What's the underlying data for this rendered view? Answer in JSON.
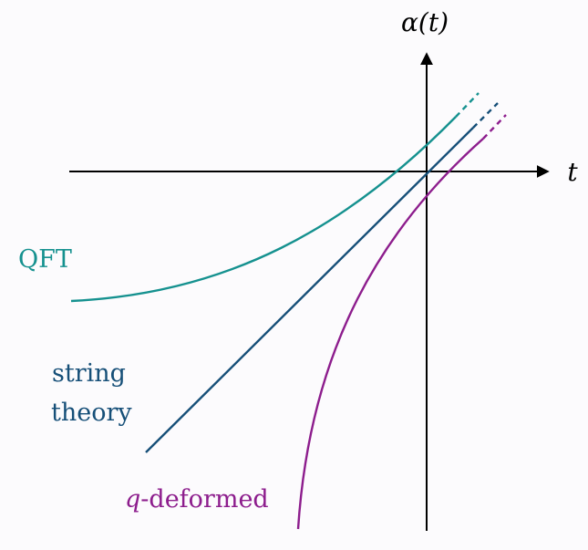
{
  "axes": {
    "x_label": "t",
    "y_label": "α(t)"
  },
  "curves": {
    "qft": {
      "label": "QFT",
      "color": "#15918f"
    },
    "string": {
      "label_line1": "string",
      "label_line2": "theory",
      "color": "#164f78"
    },
    "qdef": {
      "label_prefix": "q",
      "label_suffix": "-deformed",
      "color": "#8d1d8d"
    }
  },
  "axis_color": "#000000"
}
